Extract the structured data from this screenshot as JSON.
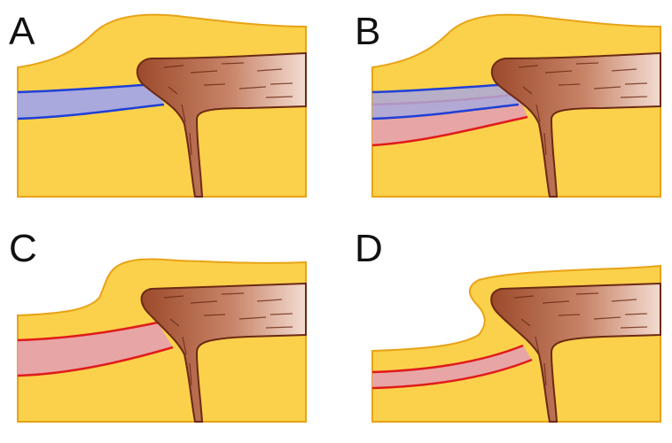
{
  "panels": [
    {
      "id": "A",
      "label": "A",
      "bands": [
        "blue"
      ]
    },
    {
      "id": "B",
      "label": "B",
      "bands": [
        "red",
        "blue"
      ]
    },
    {
      "id": "C",
      "label": "C",
      "bands": [
        "red"
      ]
    },
    {
      "id": "D",
      "label": "D",
      "bands": [
        "red"
      ]
    }
  ],
  "colors": {
    "tissue_fill": "#fbd14b",
    "tissue_outline": "#e8a317",
    "bone_dark": "#9c4a2b",
    "bone_light": "#e9c6b6",
    "bone_outline": "#6b2a14",
    "blue_band_fill": "#a9a9dd",
    "blue_band_edge": "#1f3fd6",
    "red_band_fill": "#e8a5a5",
    "red_band_edge": "#e01b1b"
  }
}
